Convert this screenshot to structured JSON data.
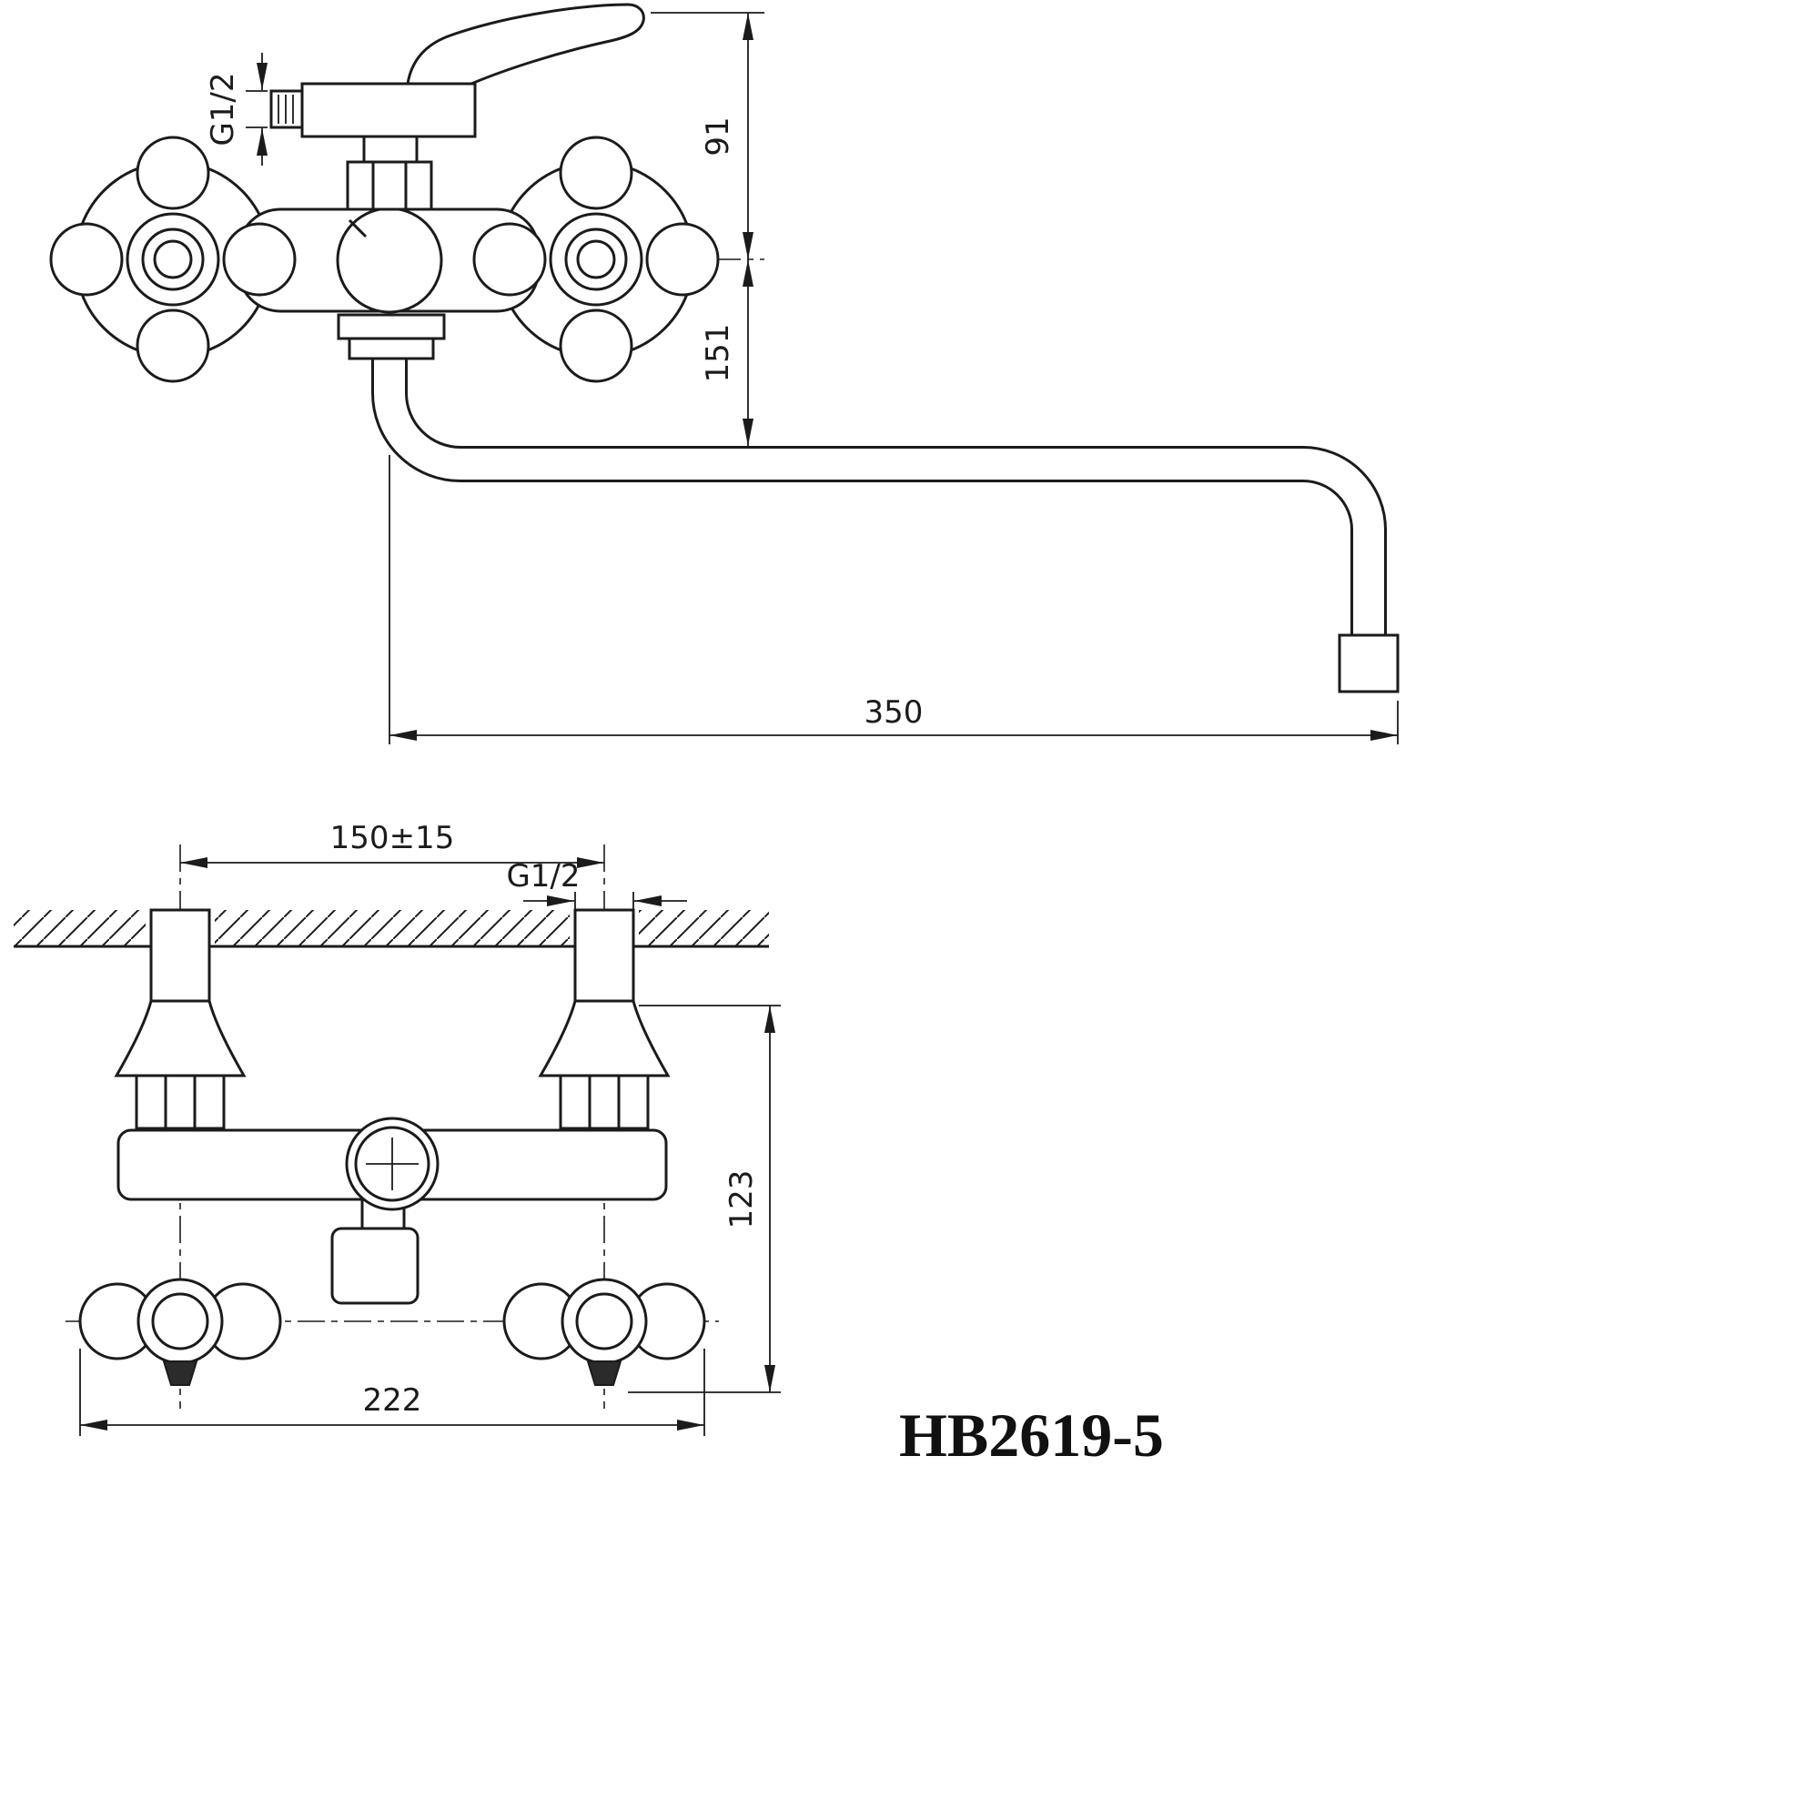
{
  "front_view": {
    "thread_label": "G1/2",
    "dim_top": "91",
    "dim_spout_drop": "151",
    "dim_reach": "350"
  },
  "installation_view": {
    "dim_centers": "150±15",
    "thread_label": "G1/2",
    "dim_depth": "123",
    "dim_width": "222"
  },
  "model": "HB2619-5",
  "colors": {
    "line": "#1b1b1b",
    "background": "#ffffff"
  }
}
